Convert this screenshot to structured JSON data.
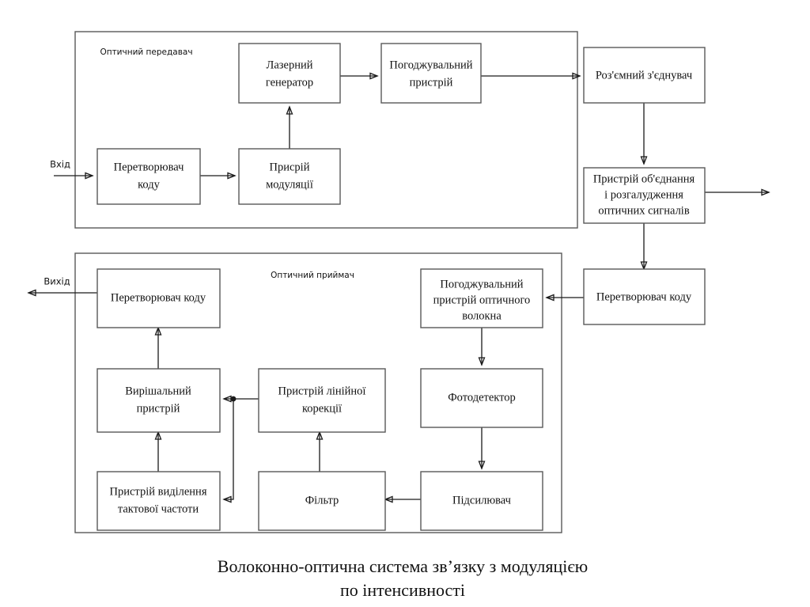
{
  "figure": {
    "caption_line1": "Волоконно-оптична система зв’язку з модуляцією",
    "caption_line2": "по інтенсивності",
    "line_color": "#1a1a1a",
    "box_stroke_color": "#595959",
    "background_color": "#ffffff"
  },
  "containers": {
    "transmitter": {
      "label": "Оптичний передавач"
    },
    "receiver": {
      "label": "Оптичний приймач"
    }
  },
  "io": {
    "input_label": "Вхід",
    "output_label": "Вихід"
  },
  "blocks": {
    "tx_code_converter": {
      "line1": "Перетворювач",
      "line2": "коду"
    },
    "tx_modulation_device": {
      "line1": "Присрій",
      "line2": "модуляції"
    },
    "tx_laser_generator": {
      "line1": "Лазерний",
      "line2": "генератор"
    },
    "tx_matching_device": {
      "line1": "Погоджувальний",
      "line2": "пристрій"
    },
    "detachable_connector": {
      "line1": "Роз'ємний з'єднувач"
    },
    "combiner_splitter": {
      "line1": "Пристрій об'єднання",
      "line2": "і розгалудження",
      "line3": "оптичних сигналів"
    },
    "rx_code_converter_right": {
      "line1": "Перетворювач коду"
    },
    "rx_fiber_matching_device": {
      "line1": "Погоджувальний",
      "line2": "пристрій оптичного",
      "line3": "волокна"
    },
    "rx_photodetector": {
      "line1": "Фотодетектор"
    },
    "rx_amplifier": {
      "line1": "Підсилювач"
    },
    "rx_filter": {
      "line1": "Фільтр"
    },
    "rx_linear_correction": {
      "line1": "Пристрій лінійної",
      "line2": "корекції"
    },
    "rx_decision_device": {
      "line1": "Вирішальний",
      "line2": "пристрій"
    },
    "rx_clock_recovery": {
      "line1": "Пристрій виділення",
      "line2": "тактової частоти"
    },
    "rx_code_converter_out": {
      "line1": "Перетворювач коду"
    }
  }
}
